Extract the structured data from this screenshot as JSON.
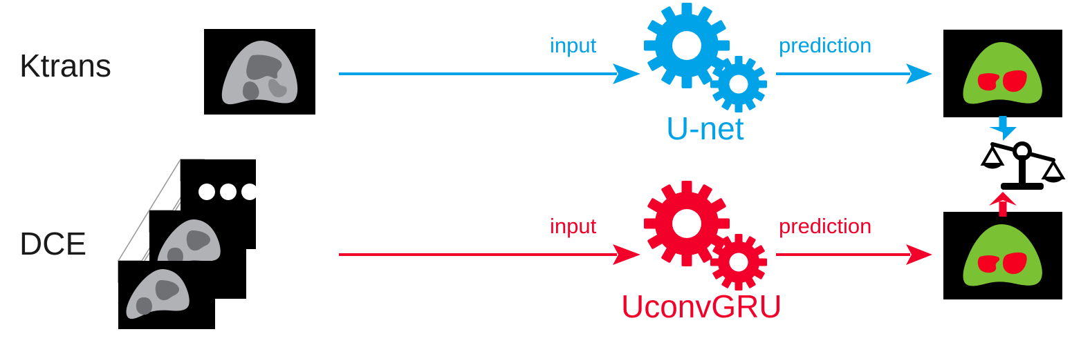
{
  "figure": {
    "type": "pipeline-diagram",
    "background": "#ffffff",
    "colors": {
      "blue": "#00a2e8",
      "red": "#f3002a",
      "green": "#7ac134",
      "lesion_red": "#f5001e",
      "black": "#000000",
      "tissue_light_gray": "#b0b2b5",
      "tissue_dark_gray": "#6e7073",
      "stack_outline_gray": "#9a9a9a",
      "text_dark": "#1a1a1a"
    }
  },
  "rows": {
    "top": {
      "input_label": "Ktrans",
      "arrow_in_label": "input",
      "model_label": "U-net",
      "arrow_out_label": "prediction",
      "accent": "#00a2e8"
    },
    "bottom": {
      "input_label": "DCE",
      "arrow_in_label": "input",
      "model_label": "UconvGRU",
      "arrow_out_label": "prediction",
      "accent": "#f3002a",
      "stack_ellipsis": "•••"
    }
  },
  "comparison": {
    "icon": "balance-scale",
    "from_top_accent": "#00a2e8",
    "from_bottom_accent": "#f3002a"
  }
}
